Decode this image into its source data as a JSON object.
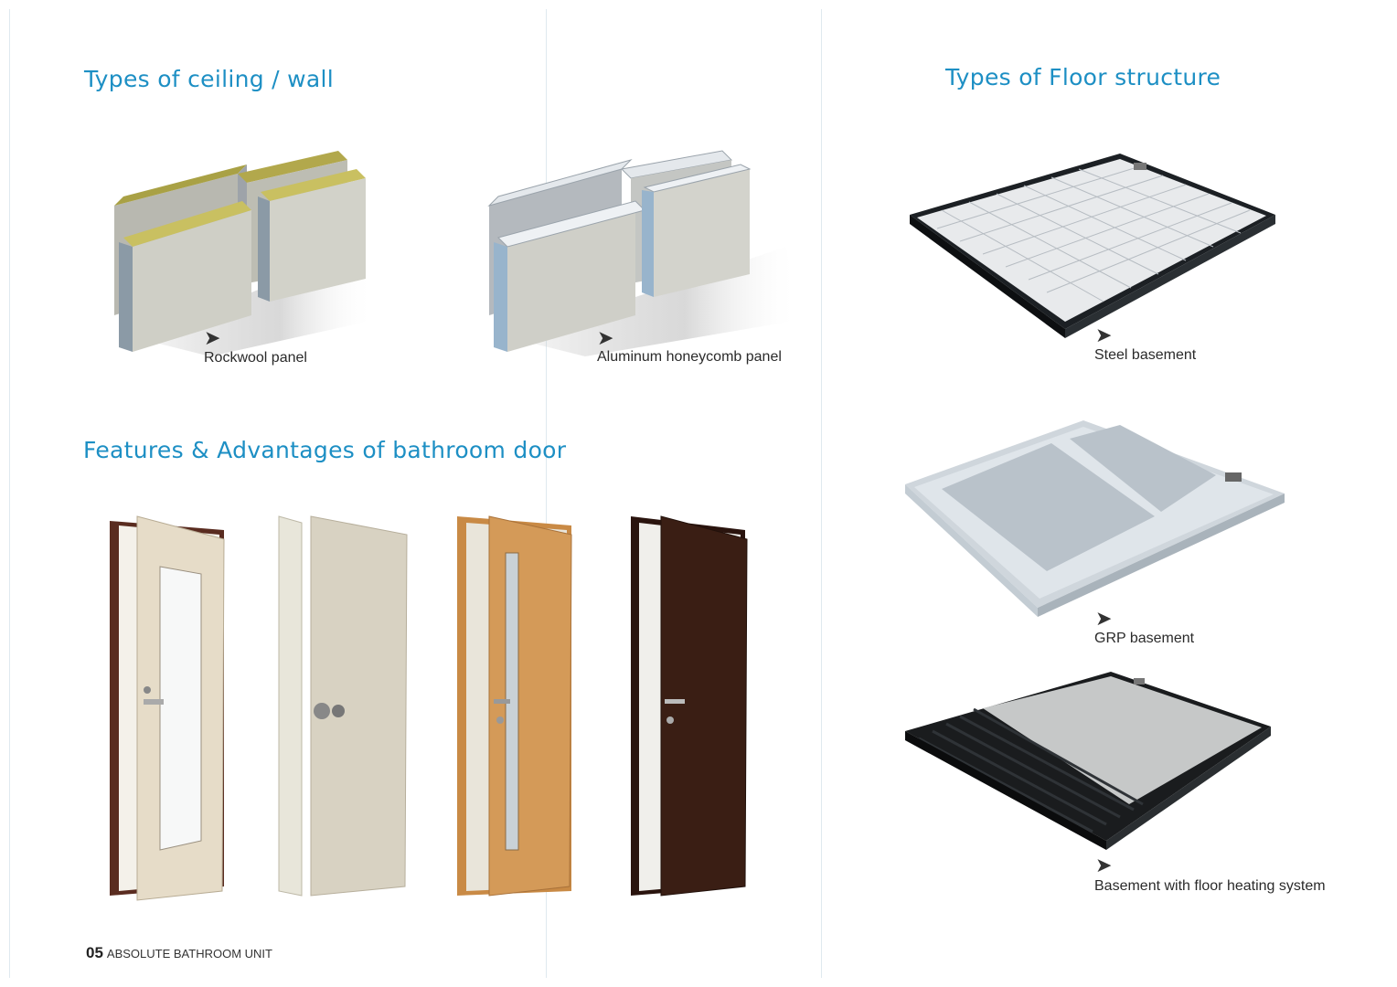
{
  "left": {
    "ceiling_heading": "Types of ceiling / wall",
    "panels": [
      {
        "caption": "Rockwool panel",
        "icon": "rockwool-panel-illustration"
      },
      {
        "caption": "Aluminum honeycomb panel",
        "icon": "honeycomb-panel-illustration"
      }
    ],
    "door_heading": "Features & Advantages of bathroom door",
    "doors": [
      {
        "icon": "glass-panel-door-illustration",
        "color": "#e6dcc8"
      },
      {
        "icon": "oak-veneer-door-illustration",
        "color": "#d8d2c2"
      },
      {
        "icon": "wood-glass-slit-door-illustration",
        "color": "#d49a58"
      },
      {
        "icon": "dark-wood-door-illustration",
        "color": "#3a1e14"
      }
    ]
  },
  "right": {
    "floor_heading": "Types of Floor structure",
    "floors": [
      {
        "caption": "Steel basement",
        "icon": "steel-basement-illustration"
      },
      {
        "caption": "GRP basement",
        "icon": "grp-basement-illustration"
      },
      {
        "caption": "Basement with floor heating system",
        "icon": "heated-basement-illustration"
      }
    ]
  },
  "footer": {
    "page_number": "05",
    "title": "ABSOLUTE BATHROOM UNIT"
  },
  "colors": {
    "heading": "#1d8fc4",
    "arrow": "#333333"
  }
}
